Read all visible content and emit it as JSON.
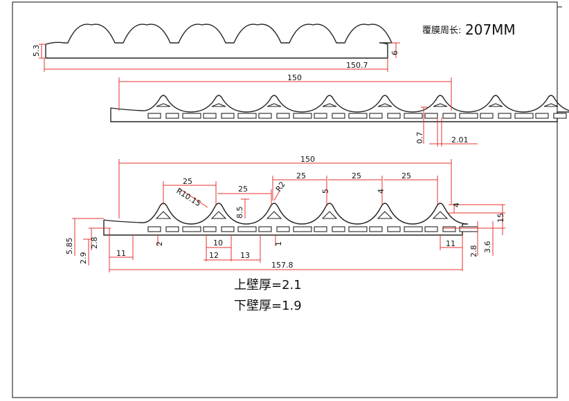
{
  "notes": {
    "film_perimeter_label": "覆膜周长:",
    "film_perimeter_value": "207MM",
    "upper_wall": "上壁厚=2.1",
    "lower_wall": "下壁厚=1.9"
  },
  "dims_top": {
    "left_h": "5.3",
    "right_h": "6",
    "width": "150.7"
  },
  "dims_mid": {
    "width": "150",
    "gap_h": "0.7",
    "gap_w": "2.01"
  },
  "dims_bot": {
    "width": "150",
    "pitch": [
      "25",
      "25",
      "25",
      "25",
      "25"
    ],
    "radius1": "R10.15",
    "radius2": "R2",
    "h_center": "8.5",
    "small5": "5",
    "small4": "4",
    "right_4": "4",
    "right_15": "15",
    "left_585": "5.85",
    "left_28": "2.8",
    "left_29": "2.9",
    "left_11": "11",
    "bottom_2": "2",
    "bottom_1": "1",
    "w10": "10",
    "w12": "12",
    "w13": "13",
    "total": "157.8",
    "right_11": "11",
    "right_28": "2.8",
    "right_36": "3.6"
  },
  "colors": {
    "dimension": "#e5322d",
    "outline": "#222222"
  }
}
